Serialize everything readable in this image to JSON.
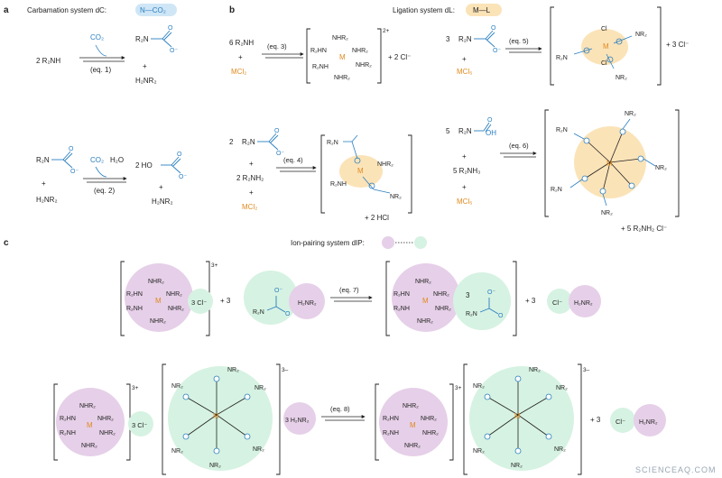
{
  "panels": {
    "a": {
      "letter": "a",
      "legend_label": "Carbamation system dC:",
      "legend_badge": "N—CO₂",
      "eq1_reactant": "2 R₂NH",
      "eq1_gas": "CO₂",
      "eq1_label": "(eq. 1)",
      "eq1_product_N": "R₂N",
      "eq1_product_plus": "+",
      "eq1_cation": "H₂NR₂",
      "eq2_reactant_N": "R₂N",
      "eq2_reactant_plus": "+",
      "eq2_reactant_cation": "H₂NR₂",
      "eq2_gas": "CO₂",
      "eq2_water": "H₂O",
      "eq2_label": "(eq. 2)",
      "eq2_product": "2  HO",
      "eq2_product_plus": "+",
      "eq2_cation": "H₂NR₂"
    },
    "b": {
      "letter": "b",
      "legend_label": "Ligation system dL:",
      "legend_badge": "M—L",
      "eq3_reactant1": "6 R₂NH",
      "eq3_plus": "+",
      "eq3_metal": "MCl₂",
      "eq3_label": "(eq. 3)",
      "eq3_ligand_top": "NHR₂",
      "eq3_ligand_left": "R₂HN",
      "eq3_ligand_right": "NHR₂",
      "eq3_ligand_left2": "R₂NH",
      "eq3_ligand_right2": "NHR₂",
      "eq3_ligand_bottom": "NHR₂",
      "eq3_metal_center": "M",
      "eq3_charge": "2+",
      "eq3_byproduct": "+ 2 Cl⁻",
      "eq5_coef": "3",
      "eq5_N": "R₂N",
      "eq5_plus": "+",
      "eq5_metal": "MCl₅",
      "eq5_label": "(eq. 5)",
      "eq5_cl_top": "Cl",
      "eq5_cl_bottom": "Cl",
      "eq5_metal_center": "M",
      "eq5_nr2_right": "NR₂",
      "eq5_r2n_left": "R₂N",
      "eq5_nr2_bottom": "NR₂",
      "eq5_byproduct": "+ 3 Cl⁻",
      "eq4_coef": "2",
      "eq4_N": "R₂N",
      "eq4_plus1": "+",
      "eq4_amine": "2 R₂NH₂",
      "eq4_plus2": "+",
      "eq4_metal": "MCl₂",
      "eq4_label": "(eq. 4)",
      "eq4_complex_r2n": "R₂N",
      "eq4_complex_nhr2": "NHR₂",
      "eq4_complex_r2nh": "R₂NH",
      "eq4_complex_nr2": "NR₂",
      "eq4_metal_center": "M",
      "eq4_byproduct": "+  2 HCl",
      "eq6_coef": "5",
      "eq6_N": "R₂N",
      "eq6_OH": "OH",
      "eq6_plus1": "+",
      "eq6_amine": "5 R₂NH₃",
      "eq6_plus2": "+",
      "eq6_metal": "MCl₅",
      "eq6_label": "(eq. 6)",
      "eq6_metal_center": "M",
      "eq6_nr2_a": "NR₂",
      "eq6_r2n_b": "R₂N",
      "eq6_nr2_c": "NR₂",
      "eq6_r2n_d": "R₂N",
      "eq6_nr2_e": "NR₂",
      "eq6_byproduct": "+ 5 R₂NH₂ Cl⁻"
    },
    "c": {
      "letter": "c",
      "legend_label": "Ion-pairing system dIP:",
      "eq7_amines": [
        "NHR₂",
        "R₂HN",
        "NHR₂",
        "R₂NH",
        "NHR₂",
        "NHR₂"
      ],
      "eq7_metal_center": "M",
      "eq7_counter": "3 Cl⁻",
      "eq7_charge": "3+",
      "eq7_plus": "+ 3",
      "eq7_N": "R₂N",
      "eq7_cation": "H₂NR₂",
      "eq7_label": "(eq. 7)",
      "eq7_prod_amines": [
        "NHR₂",
        "R₂HN",
        "NHR₂",
        "R₂NH",
        "NHR₂",
        "NHR₂"
      ],
      "eq7_prod_metal": "M",
      "eq7_prod_coef": "3",
      "eq7_prod_N": "R₂N",
      "eq7_byproduct_coef": "+ 3",
      "eq7_byproduct_anion": "Cl⁻",
      "eq7_byproduct_cation": "H₂NR₂",
      "eq8_amines": [
        "NHR₂",
        "R₂HN",
        "NHR₂",
        "R₂NH",
        "NHR₂",
        "NHR₂"
      ],
      "eq8_metal_center": "M",
      "eq8_counter": "3 Cl⁻",
      "eq8_charge": "3+",
      "eq8_anion_charge": "3–",
      "eq8_metal_anion": "M",
      "eq8_nr2_labels": [
        "NR₂",
        "NR₂",
        "NR₂",
        "NR₂",
        "NR₂",
        "NR₂"
      ],
      "eq8_cation": "3 H₂NR₂",
      "eq8_label": "(eq. 8)",
      "eq8_prod_amines": [
        "NHR₂",
        "R₂HN",
        "NHR₂",
        "R₂NH",
        "NHR₂",
        "NHR₂"
      ],
      "eq8_prod_metal": "M",
      "eq8_prod_charge": "3+",
      "eq8_prod_anion_charge": "3–",
      "eq8_prod_anion_metal": "M",
      "eq8_prod_nr2_labels": [
        "NR₂",
        "NR₂",
        "NR₂",
        "NR₂",
        "NR₂",
        "NR₂"
      ],
      "eq8_byproduct_coef": "+ 3",
      "eq8_byproduct_anion": "Cl⁻",
      "eq8_byproduct_cation": "H₂NR₂"
    }
  },
  "watermark": "SCIENCEAQ.COM",
  "colors": {
    "blue": "#2a7fc1",
    "orange": "#e08a1e",
    "yellow_bubble": "#fbe3b8",
    "purple_bubble": "#e6cfe8",
    "green_bubble": "#d6f2e2",
    "blue_badge": "#cfe6f6"
  }
}
